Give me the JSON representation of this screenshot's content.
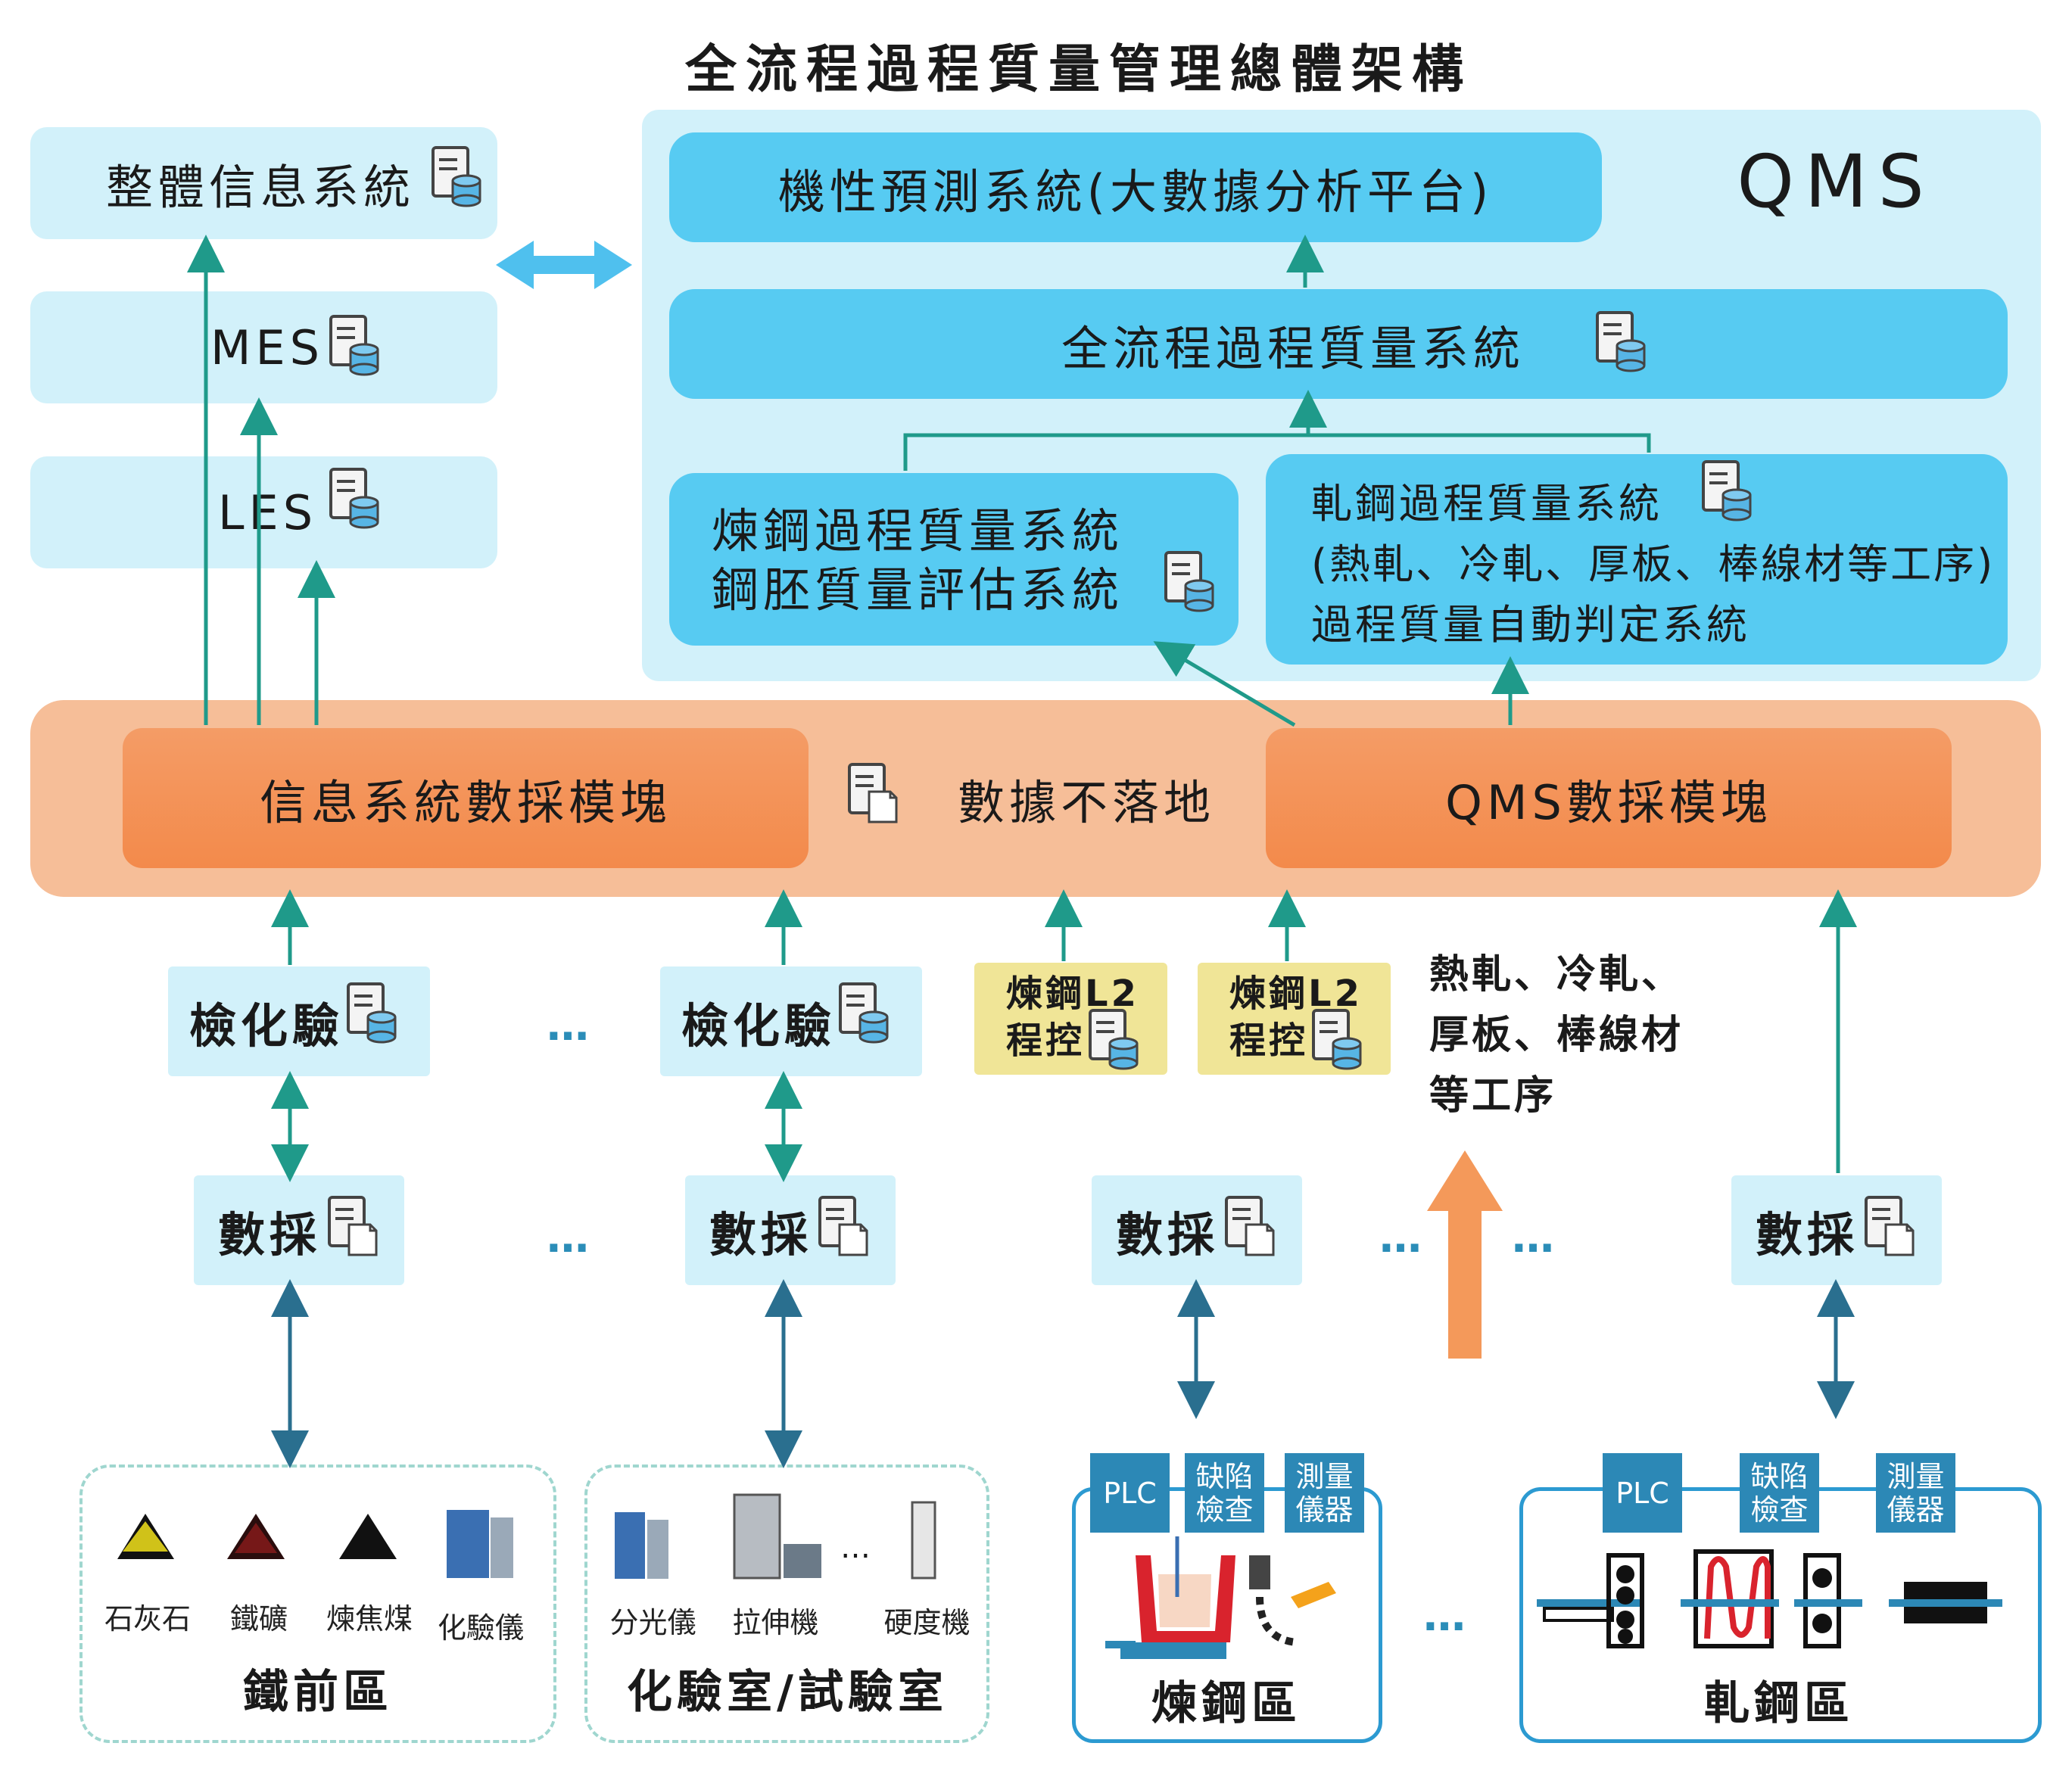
{
  "title": "全流程過程質量管理總體架構",
  "left_systems": {
    "overall": "整體信息系統",
    "mes": "MES",
    "les": "LES"
  },
  "qms": {
    "label": "QMS",
    "prediction": "機性預測系統(大數據分析平台)",
    "full_process": "全流程過程質量系統",
    "steelmaking": [
      "煉鋼過程質量系統",
      "鋼胚質量評估系統"
    ],
    "rolling": [
      "軋鋼過程質量系統",
      "(熱軋、冷軋、厚板、棒線材等工序)",
      "過程質量自動判定系統"
    ]
  },
  "data_layer": {
    "info_module": "信息系統數採模塊",
    "middle": "數據不落地",
    "qms_module": "QMS數採模塊"
  },
  "lab": {
    "label": "檢化驗"
  },
  "l2": [
    "煉鋼L2",
    "程控"
  ],
  "rolling_note": [
    "熱軋、冷軋、",
    "厚板、棒線材",
    "等工序"
  ],
  "collector": "數採",
  "ellipsis": "…",
  "areas": {
    "iron_front": {
      "name": "鐵前區",
      "items": [
        "石灰石",
        "鐵礦",
        "煉焦煤",
        "化驗儀"
      ]
    },
    "lab_room": {
      "name": "化驗室/試驗室",
      "items": [
        "分光儀",
        "拉伸機",
        "硬度機"
      ]
    },
    "steelmaking": {
      "name": "煉鋼區",
      "tags": [
        "PLC",
        "缺陷\n檢查",
        "測量\n儀器"
      ]
    },
    "rolling": {
      "name": "軋鋼區",
      "tags": [
        "PLC",
        "缺陷\n檢查",
        "測量\n儀器"
      ]
    }
  },
  "colors": {
    "arrow_teal": "#1f9a8a",
    "arrow_dark": "#2a6f8f",
    "light_blue": "#d2f1fa",
    "mid_blue": "#57cbf2",
    "orange": "#f38a4b",
    "yellow": "#f0e597"
  }
}
